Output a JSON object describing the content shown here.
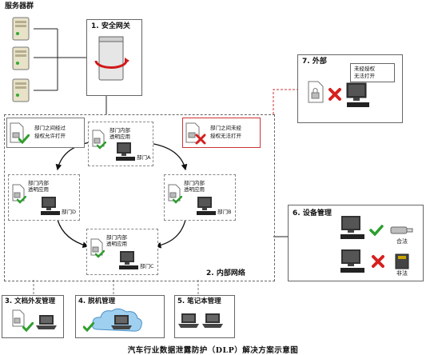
{
  "server_group": {
    "label": "服务器群"
  },
  "gateway": {
    "label": "1. 安全网关"
  },
  "external": {
    "label": "7. 外部",
    "note_line1": "未经授权",
    "note_line2": "无法打开"
  },
  "internal": {
    "label": "2. 内部网络",
    "top_left_note_line1": "部门之间经过",
    "top_left_note_line2": "授权允许打开",
    "top_right_note_line1": "部门之间未经",
    "top_right_note_line2": "授权无法打开",
    "departments": [
      {
        "name": "部门A",
        "line1": "部门内部",
        "line2": "透明应用"
      },
      {
        "name": "部门B",
        "line1": "部门内部",
        "line2": "透明应用"
      },
      {
        "name": "部门C",
        "line1": "部门内部",
        "line2": "透明应用"
      },
      {
        "name": "部门D",
        "line1": "部门内部",
        "line2": "透明应用"
      }
    ]
  },
  "device_mgmt": {
    "label": "6. 设备管理",
    "legal": "合法",
    "illegal": "非法"
  },
  "doc_out": {
    "label": "3. 文档外发管理"
  },
  "offline": {
    "label": "4. 脱机管理"
  },
  "laptop": {
    "label": "5. 笔记本管理"
  },
  "caption": "汽车行业数据泄露防护（DLP）解决方案示意图",
  "colors": {
    "check": "#2e9e2e",
    "cross": "#d62020",
    "red_dash": "#cc3333",
    "cloud": "#9fd0f0"
  }
}
